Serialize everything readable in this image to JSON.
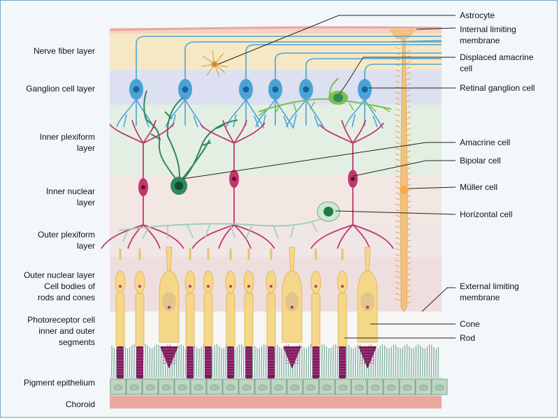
{
  "colors": {
    "background": "#f3f7fa",
    "ganglion": "#4aa3d6",
    "bipolar": "#c0376e",
    "amacrine": "#2e8a5a",
    "displaced_amacrine": "#7cc04a",
    "photoreceptor": "#f5d78a",
    "muller": "#f2c27a",
    "outer_segment": "#7a1a5a",
    "pigment": "#bfd6c4",
    "choroid": "#e8a8a0"
  },
  "layers": [
    {
      "id": "nerve-fiber",
      "lines": [
        "Nerve fiber layer"
      ]
    },
    {
      "id": "ganglion-cell",
      "lines": [
        "Ganglion cell layer"
      ]
    },
    {
      "id": "inner-plexiform",
      "lines": [
        "Inner plexiform",
        "layer"
      ]
    },
    {
      "id": "inner-nuclear",
      "lines": [
        "Inner nuclear",
        "layer"
      ]
    },
    {
      "id": "outer-plexiform",
      "lines": [
        "Outer plexiform",
        "layer"
      ]
    },
    {
      "id": "outer-nuclear",
      "lines": [
        "Outer nuclear layer",
        "Cell bodies of",
        "rods and cones"
      ]
    },
    {
      "id": "photoreceptor-segments",
      "lines": [
        "Photoreceptor cell",
        "inner and outer",
        "segments"
      ]
    },
    {
      "id": "pigment-epithelium",
      "lines": [
        "Pigment epithelium"
      ]
    },
    {
      "id": "choroid",
      "lines": [
        "Choroid"
      ]
    }
  ],
  "callouts": [
    {
      "id": "astrocyte",
      "lines": [
        "Astrocyte"
      ]
    },
    {
      "id": "internal-limiting-membrane",
      "lines": [
        "Internal limiting",
        "membrane"
      ]
    },
    {
      "id": "displaced-amacrine-cell",
      "lines": [
        "Displaced amacrine",
        "cell"
      ]
    },
    {
      "id": "retinal-ganglion-cell",
      "lines": [
        "Retinal ganglion cell"
      ]
    },
    {
      "id": "amacrine-cell",
      "lines": [
        "Amacrine cell"
      ]
    },
    {
      "id": "bipolar-cell",
      "lines": [
        "Bipolar cell"
      ]
    },
    {
      "id": "muller-cell",
      "lines": [
        "Müller cell"
      ]
    },
    {
      "id": "horizontal-cell",
      "lines": [
        "Horizontal cell"
      ]
    },
    {
      "id": "external-limiting-membrane",
      "lines": [
        "External limiting",
        "membrane"
      ]
    },
    {
      "id": "cone",
      "lines": [
        "Cone"
      ]
    },
    {
      "id": "rod",
      "lines": [
        "Rod"
      ]
    }
  ]
}
